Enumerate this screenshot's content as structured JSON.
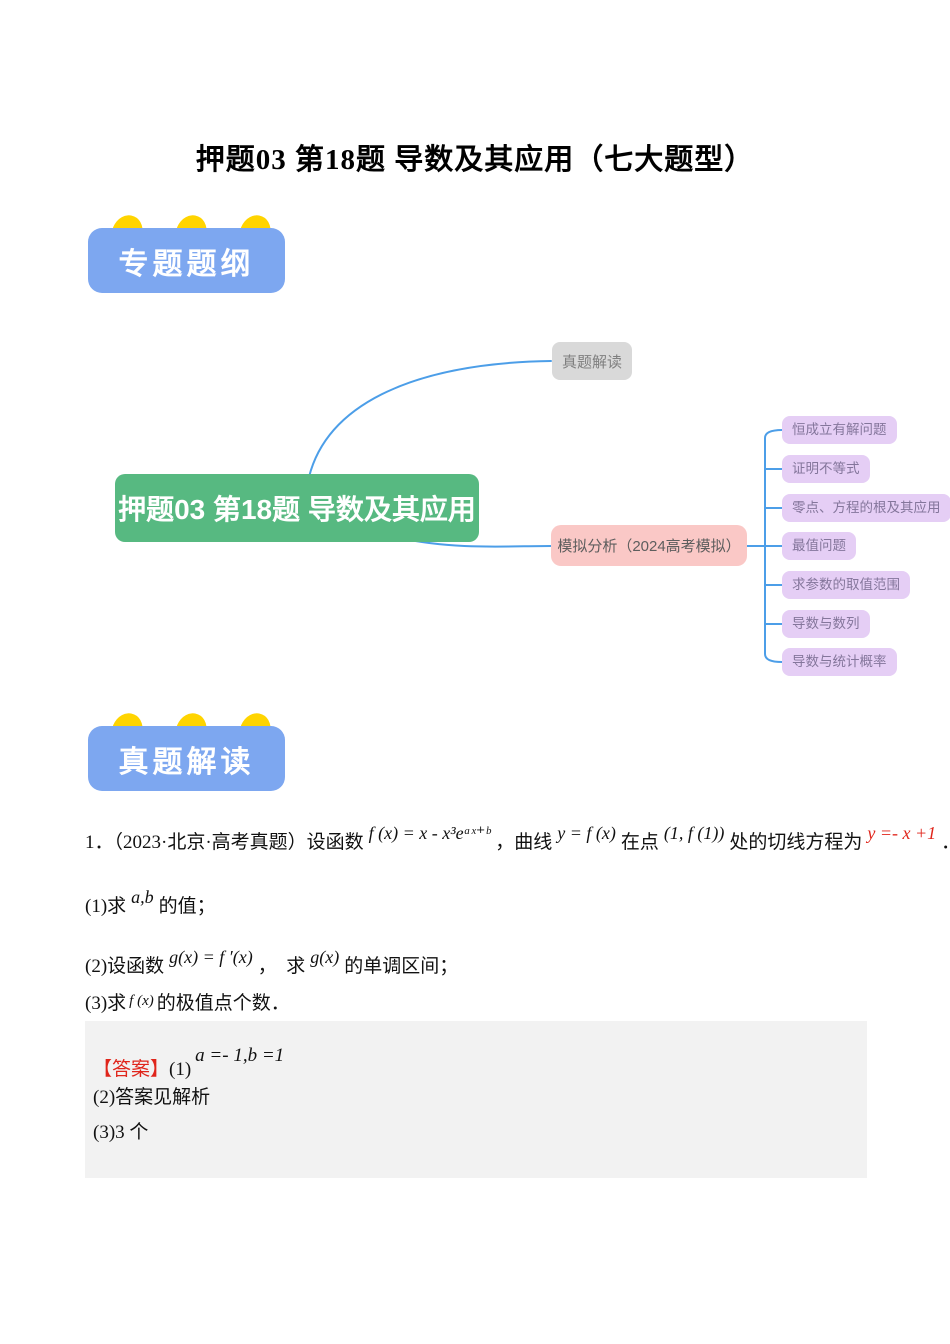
{
  "title": "押题03 第18题 导数及其应用（七大题型）",
  "badges": {
    "outline": "专题题纲",
    "review": "真题解读"
  },
  "mindmap": {
    "root": "押题03 第18题 导数及其应用",
    "branch_top": "真题解读",
    "branch_bottom": "模拟分析（2024高考模拟）",
    "leaves": [
      "恒成立有解问题",
      "证明不等式",
      "零点、方程的根及其应用",
      "最值问题",
      "求参数的取值范围",
      "导数与数列",
      "导数与统计概率"
    ]
  },
  "problem": {
    "intro": {
      "t1": "1．（2023·北京·高考真题）设函数",
      "m1": "f (x) = x - x³eᵃˣ⁺ᵇ",
      "t2": "，曲线",
      "m2": "y = f (x)",
      "t3": "在点",
      "m3": "(1, f (1))",
      "t4": "处的切线方程为",
      "m4": "y =- x +1",
      "t5": "．"
    },
    "q1": {
      "t1": "(1)求",
      "m1": "a,b",
      "t2": "的值；"
    },
    "q2": {
      "t1": "(2)设函数",
      "m1": "g(x) = f ′(x)",
      "t2": "，　求",
      "m2": "g(x)",
      "t3": "的单调区间；"
    },
    "q3": {
      "t1": "(3)求",
      "m1": "f (x)",
      "t2": "的极值点个数．"
    }
  },
  "answer": {
    "label": "【答案】",
    "a1_pre": "(1)",
    "a1_formula": "a =- 1,b =1",
    "a2": "(2)答案见解析",
    "a3": "(3)3 个"
  },
  "colors": {
    "badge_blue": "#7da7f0",
    "badge_yellow": "#ffd400",
    "root_green": "#57b981",
    "branch_gray": "#d9d9d9",
    "branch_pink": "#fac8c6",
    "leaf_purple": "#e5cef5",
    "connector_blue": "#4c9ee8",
    "accent_red": "#e0251b",
    "answer_box_gray": "#f2f2f2"
  }
}
